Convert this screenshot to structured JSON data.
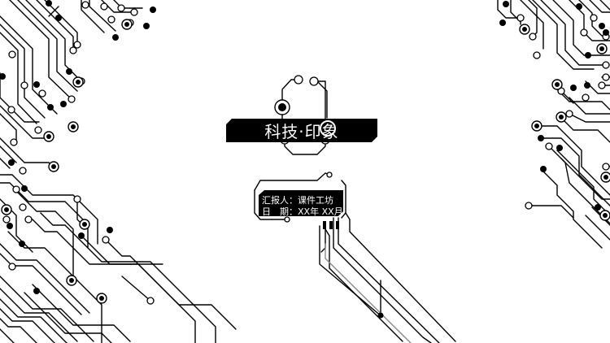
{
  "slide": {
    "title": "科技·印象",
    "reporter_line": "汇报人：课件工坊",
    "date_line": "日　期：XX年 XX月"
  },
  "colors": {
    "background": "#ffffff",
    "ink": "#000000",
    "trace_gray": "#8a8a8a",
    "text_on_dark": "#ffffff"
  }
}
